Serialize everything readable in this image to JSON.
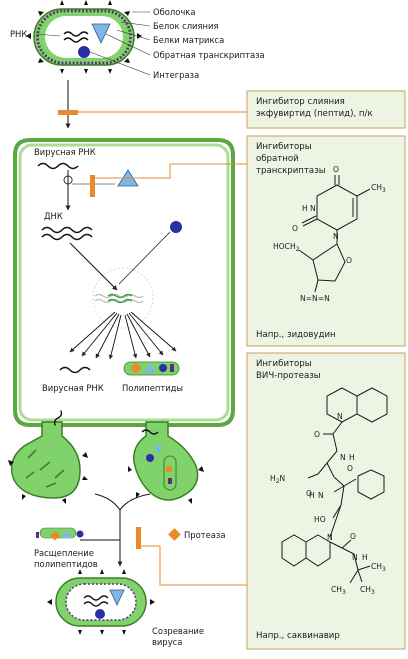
{
  "colors": {
    "green": "#7fd36a",
    "dark_green": "#3f7d28",
    "blue": "#7fb6e6",
    "navy": "#2730a6",
    "orange": "#e98a2d",
    "purple": "#5b2d7e",
    "panel_bg": "#eef4e3",
    "panel_border": "#c9a25a"
  },
  "virion_labels": {
    "envelope": "Оболочка",
    "fusion_protein": "Белок слияния",
    "matrix_proteins": "Белки матрикса",
    "reverse_transcriptase": "Обратная транскриптаза",
    "rna": "РНК",
    "integrase": "Интеграза"
  },
  "cell_labels": {
    "viral_rna_in": "Вирусная РНК",
    "dna": "ДНК",
    "viral_rna_out": "Вирусная РНК",
    "polypeptides": "Полипептиды"
  },
  "maturation_labels": {
    "protease": "Протеаза",
    "cleavage_line1": "Расщепление",
    "cleavage_line2": "полипептидов",
    "maturation_line1": "Созревание",
    "maturation_line2": "вируса"
  },
  "panel_fusion": {
    "line1": "Ингибитор слияния",
    "line2": "экфувиртид (пептид), п/к"
  },
  "panel_rt": {
    "line1": "Ингибиторы",
    "line2": "обратной",
    "line3": "транскриптазы",
    "example": "Напр., зидовудин",
    "chem": {
      "o_top": "O",
      "o_left": "O",
      "nh": "N",
      "h": "H",
      "n_ring": "N",
      "ch3": "CH",
      "ch3_sub": "3",
      "hoch2": "HOCH",
      "hoch2_sub": "2",
      "o_sugar": "O",
      "azide": "N=N=N"
    }
  },
  "panel_pi": {
    "line1": "Ингибиторы",
    "line2": "ВИЧ-протеазы",
    "example": "Напр., саквинавир",
    "chem": {
      "n_quin": "N",
      "o1": "O",
      "nh1": "N",
      "h1": "H",
      "h2n": "H",
      "h2n_sub": "2",
      "h2n_n": "N",
      "o2": "O",
      "o3": "O",
      "nh2": "N",
      "h2": "H",
      "ho": "HO",
      "n_ring": "N",
      "o4": "O",
      "nh3": "N",
      "h3": "H",
      "ch3a": "CH",
      "ch3a_sub": "3",
      "ch3b": "CH",
      "ch3b_sub": "3",
      "ch3c": "CH",
      "ch3c_sub": "3"
    }
  }
}
